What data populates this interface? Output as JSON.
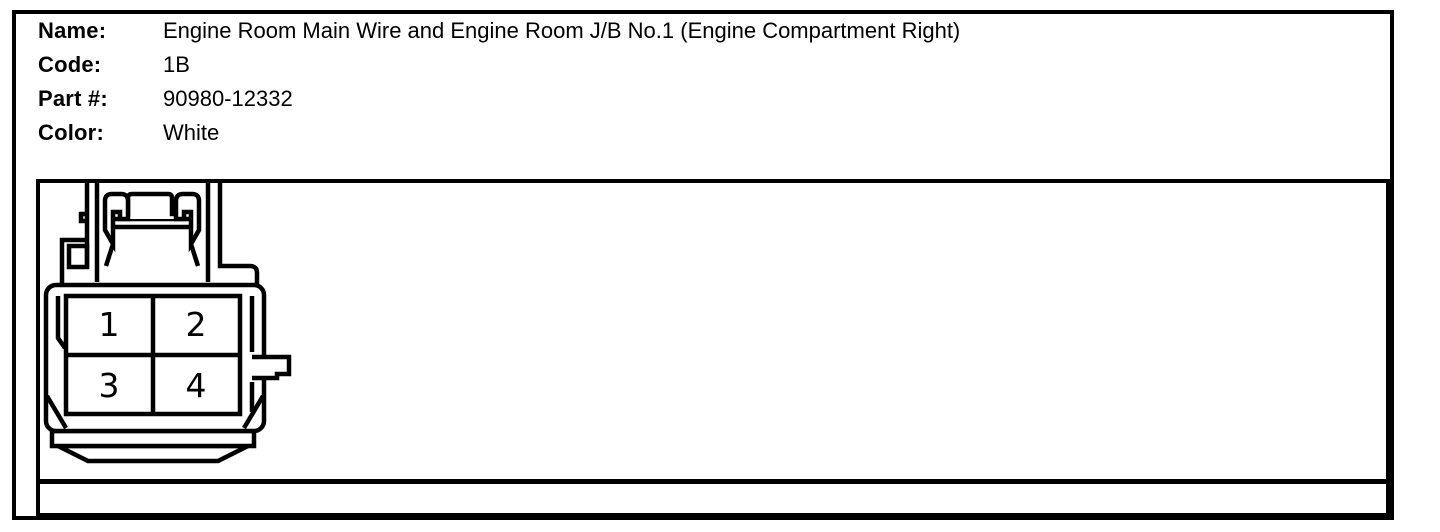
{
  "header": {
    "fields": [
      {
        "label": "Name:",
        "value": "Engine Room Main Wire and Engine Room J/B No.1 (Engine Compartment Right)"
      },
      {
        "label": "Code:",
        "value": "1B"
      },
      {
        "label": "Part #:",
        "value": "90980-12332"
      },
      {
        "label": "Color:",
        "value": "White"
      }
    ]
  },
  "diagram": {
    "connector": {
      "type": "4-pin connector front view",
      "pins": [
        "1",
        "2",
        "3",
        "4"
      ]
    }
  },
  "colors": {
    "line": "#000000",
    "background": "#ffffff"
  }
}
